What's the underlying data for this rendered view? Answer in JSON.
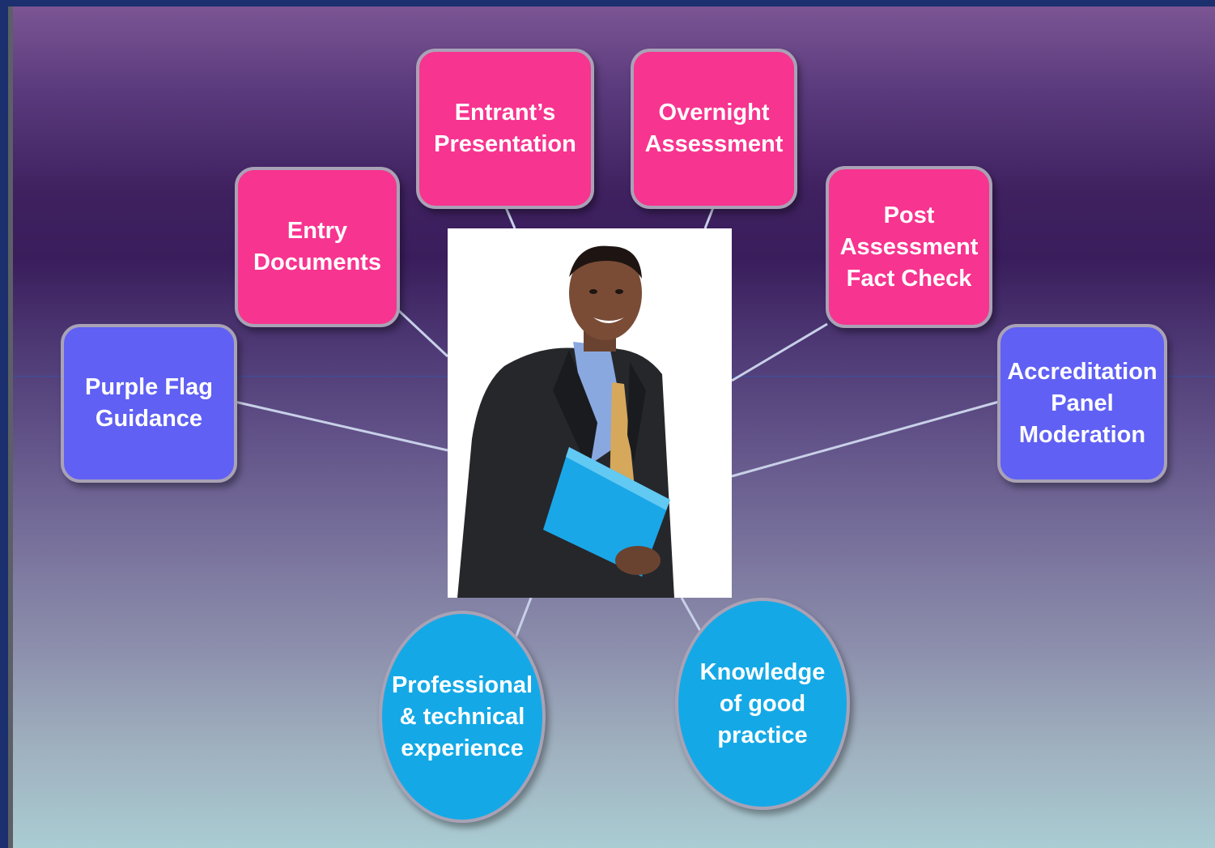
{
  "diagram": {
    "center": {
      "image": "man-holding-blue-folder"
    },
    "nodes": [
      {
        "id": "entry-documents",
        "label": "Entry\nDocuments",
        "style": "pink"
      },
      {
        "id": "entrants-presentation",
        "label": "Entrant’s\nPresentation",
        "style": "pink"
      },
      {
        "id": "overnight-assessment",
        "label": "Overnight\nAssessment",
        "style": "pink"
      },
      {
        "id": "post-assessment-fact-check",
        "label": "Post\nAssessment\nFact Check",
        "style": "pink"
      },
      {
        "id": "purple-flag-guidance",
        "label": "Purple Flag\nGuidance",
        "style": "blue"
      },
      {
        "id": "accreditation-panel-moderation",
        "label": "Accreditation\nPanel\nModeration",
        "style": "blue"
      },
      {
        "id": "professional-technical-experience",
        "label": "Professional\n& technical\nexperience",
        "style": "circle"
      },
      {
        "id": "knowledge-of-good-practice",
        "label": "Knowledge\nof good\npractice",
        "style": "circle"
      }
    ],
    "colors": {
      "pink": "#f7348f",
      "blue": "#6060f4",
      "circle": "#14a9e6",
      "connector": "#c8d0e8"
    }
  }
}
